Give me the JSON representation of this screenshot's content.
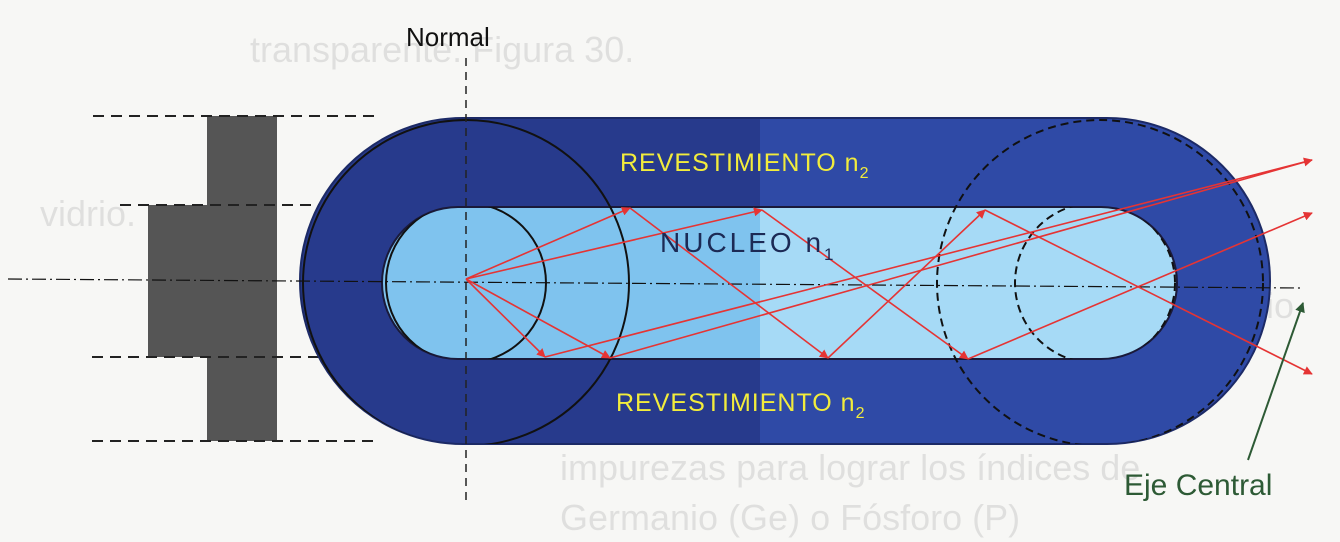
{
  "labels": {
    "normal": "Normal",
    "cladding_top": "REVESTIMIENTO n",
    "cladding_top_sub": "2",
    "core": "NUCLEO n",
    "core_sub": "1",
    "cladding_bottom": "REVESTIMIENTO n",
    "cladding_bottom_sub": "2",
    "axis": "Eje Central"
  },
  "bleed_through": {
    "line1": "transparente. Figura 30.",
    "line2": "vidrio.",
    "line3": "de Silicio",
    "line4": "impurezas para lograr los índices de",
    "line5": "Germanio (Ge) o Fósforo (P)"
  },
  "colors": {
    "cladding_dark": "#273a8c",
    "cladding_right": "#2f4aa6",
    "core_light": "#7fc3ee",
    "core_right": "#a6daf6",
    "ray": "#e53434",
    "label_yellow": "#f2ec3c",
    "axis_label": "#2d5a35",
    "source": "#555555"
  }
}
